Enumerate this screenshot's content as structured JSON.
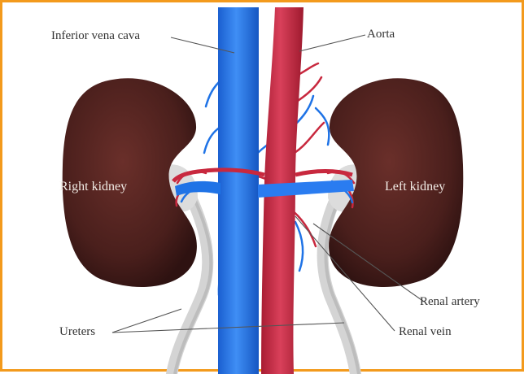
{
  "labels": {
    "inferior_vena_cava": "Inferior vena cava",
    "aorta": "Aorta",
    "right_kidney": "Right kidney",
    "left_kidney": "Left kidney",
    "renal_artery": "Renal artery",
    "renal_vein": "Renal vein",
    "ureters": "Ureters"
  },
  "colors": {
    "border": "#f39a1c",
    "vein": "#1f73e6",
    "artery": "#c8283e",
    "kidney": "#4a1f1c",
    "ureter": "#d9d9d9",
    "leader_line": "#555555"
  }
}
